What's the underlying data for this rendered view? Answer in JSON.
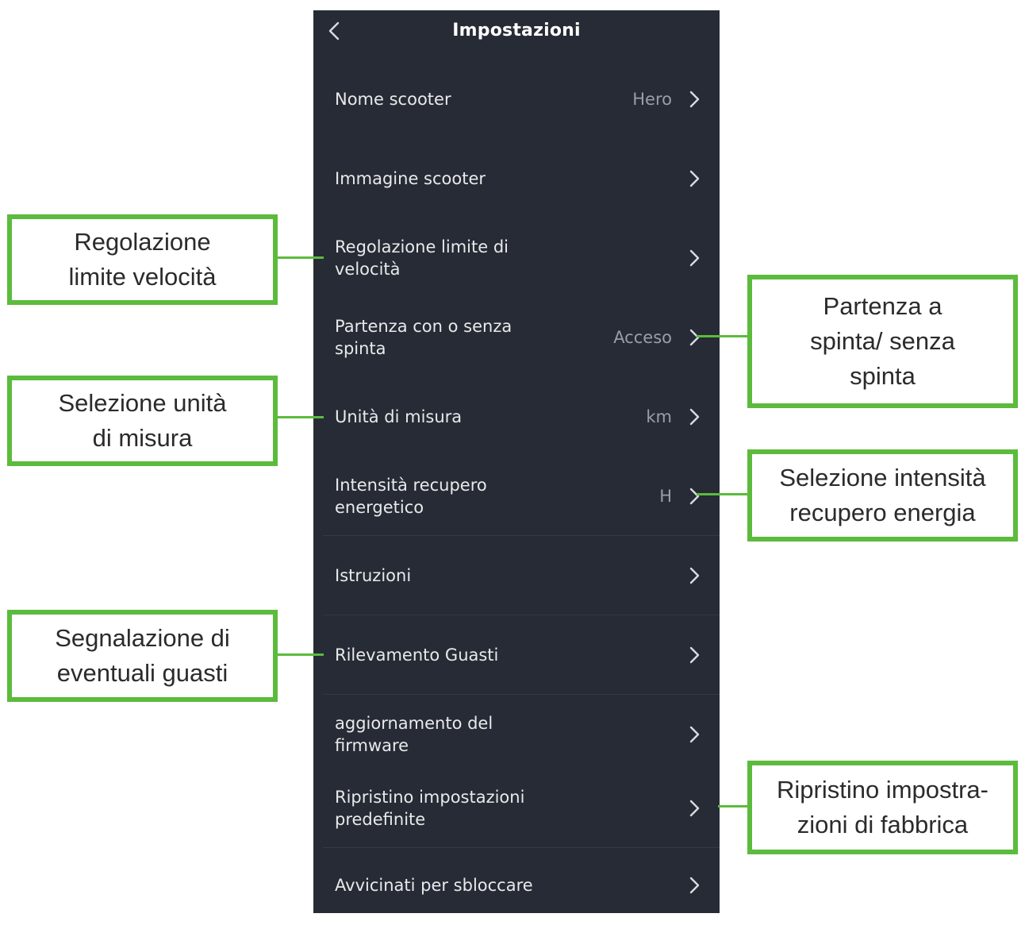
{
  "header": {
    "title": "Impostazioni"
  },
  "settings": [
    {
      "label": "Nome scooter",
      "value": "Hero"
    },
    {
      "label": "Immagine scooter",
      "value": ""
    },
    {
      "label": "Regolazione limite di velocità",
      "value": ""
    },
    {
      "label": "Partenza con o senza spinta",
      "value": "Acceso"
    },
    {
      "label": "Unità di misura",
      "value": "km"
    },
    {
      "label": "Intensità recupero energetico",
      "value": "H"
    },
    {
      "label": "Istruzioni",
      "value": ""
    },
    {
      "label": "Rilevamento Guasti",
      "value": ""
    },
    {
      "label": "aggiornamento del firmware",
      "value": ""
    },
    {
      "label": "Ripristino impostazioni predefinite",
      "value": ""
    },
    {
      "label": "Avvicinati per sbloccare",
      "value": ""
    }
  ],
  "callouts": {
    "speed_limit": {
      "line1": "Regolazione",
      "line2": "limite velocità"
    },
    "units": {
      "line1": "Selezione unità",
      "line2": "di misura"
    },
    "faults": {
      "line1": "Segnalazione di",
      "line2": "eventuali guasti"
    },
    "push_start": {
      "line1": "Partenza a",
      "line2": "spinta/ senza",
      "line3": "spinta"
    },
    "energy_recovery": {
      "line1": "Selezione intensità",
      "line2": "recupero energia"
    },
    "factory_reset": {
      "line1": "Ripristino impostra-",
      "line2": "zioni di fabbrica"
    }
  },
  "colors": {
    "panel_background": "#262b35",
    "callout_border": "#5cbb3d",
    "label_text": "#e8e9eb",
    "value_text": "#9a9ea6"
  }
}
